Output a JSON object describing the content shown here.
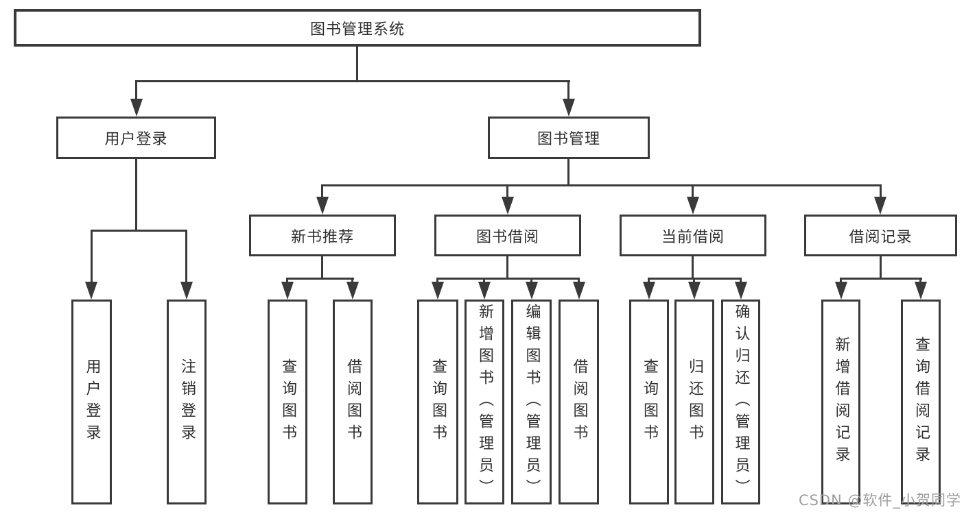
{
  "diagram": {
    "root": "图书管理系统",
    "branches": [
      {
        "label": "用户登录",
        "children": [
          "用户登录",
          "注销登录"
        ]
      },
      {
        "label": "图书管理",
        "groups": [
          {
            "label": "新书推荐",
            "children": [
              "查询图书",
              "借阅图书"
            ]
          },
          {
            "label": "图书借阅",
            "children": [
              "查询图书",
              "新增图书（管理员）",
              "编辑图书（管理员）",
              "借阅图书"
            ]
          },
          {
            "label": "当前借阅",
            "children": [
              "查询图书",
              "归还图书",
              "确认归还（管理员）"
            ]
          },
          {
            "label": "借阅记录",
            "children": [
              "新增借阅记录",
              "查询借阅记录"
            ]
          }
        ]
      }
    ]
  },
  "watermark": "CSDN @软件_小贺同学",
  "colors": {
    "line": "#3a3a3a",
    "text": "#2f2f2f",
    "watermark": "#9e9e9e",
    "background": "#ffffff"
  }
}
